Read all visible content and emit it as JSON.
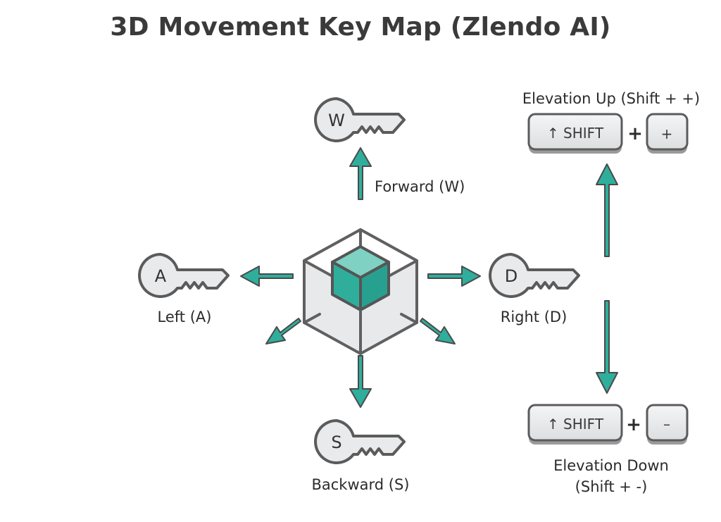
{
  "title": "3D Movement Key Map (Zlendo AI)",
  "colors": {
    "accent": "#2fae9c",
    "accent_light": "#7fd1c3",
    "outline": "#5b5b5b",
    "key_fill": "#e9eaec"
  },
  "directions": {
    "forward": {
      "key": "W",
      "label": "Forward (W)"
    },
    "left": {
      "key": "A",
      "label": "Left (A)"
    },
    "right": {
      "key": "D",
      "label": "Right (D)"
    },
    "backward": {
      "key": "S",
      "label": "Backward (S)"
    }
  },
  "elevation": {
    "up": {
      "label": "Elevation Up (Shift + +)",
      "modifier": "↑ SHIFT",
      "joiner": "+",
      "key": "+"
    },
    "down": {
      "label_line1": "Elevation Down",
      "label_line2": "(Shift + -)",
      "modifier": "↑ SHIFT",
      "joiner": "+",
      "key": "–"
    }
  }
}
